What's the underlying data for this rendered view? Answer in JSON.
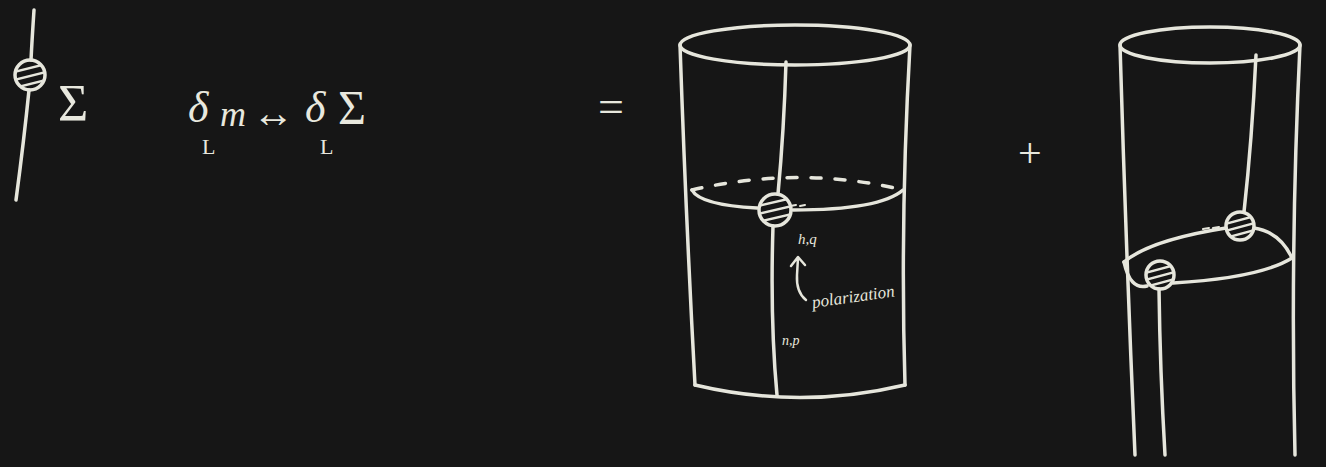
{
  "diagram": {
    "labels": [
      "Σ",
      "δ",
      "L",
      "m",
      "↔",
      "δ",
      "L",
      "Σ",
      "=",
      "h,q",
      "polarization",
      "n,p",
      "+"
    ]
  }
}
